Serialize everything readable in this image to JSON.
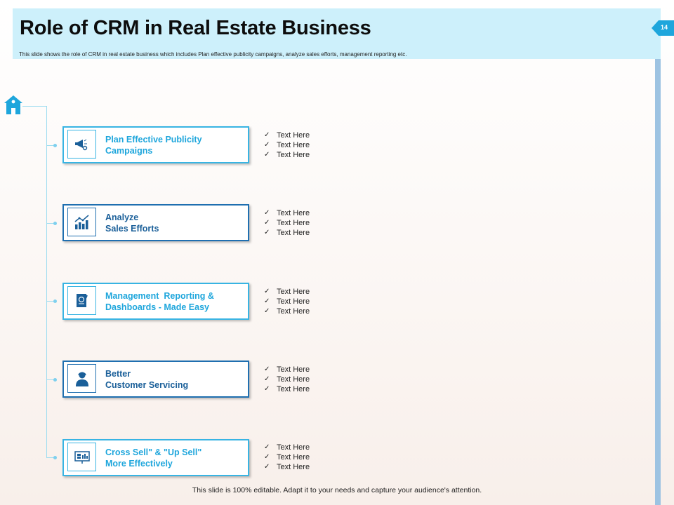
{
  "header": {
    "title": "Role of CRM in Real Estate Business",
    "subtitle": "This slide shows the role of CRM in real estate business which includes Plan effective publicity campaigns, analyze sales efforts, management reporting etc.",
    "page_number": "14"
  },
  "items": [
    {
      "label": "Plan Effective Publicity\nCampaigns",
      "icon": "megaphone-icon",
      "bullets": [
        "Text Here",
        "Text Here",
        "Text Here"
      ]
    },
    {
      "label": "Analyze\nSales Efforts",
      "icon": "bar-chart-icon",
      "bullets": [
        "Text Here",
        "Text Here",
        "Text Here"
      ]
    },
    {
      "label": "Management  Reporting &\nDashboards - Made Easy",
      "icon": "report-icon",
      "bullets": [
        "Text Here",
        "Text Here",
        "Text Here"
      ]
    },
    {
      "label": "Better\nCustomer Servicing",
      "icon": "customer-service-icon",
      "bullets": [
        "Text Here",
        "Text Here",
        "Text Here"
      ]
    },
    {
      "label": "Cross Sell\" & \"Up Sell\"\nMore Effectively",
      "icon": "dashboard-icon",
      "bullets": [
        "Text Here",
        "Text Here",
        "Text Here"
      ]
    }
  ],
  "check_glyph": "✓",
  "footer": "This slide is 100% editable. Adapt it to your needs and capture your audience's attention.",
  "colors": {
    "header_bg": "#cdf0fb",
    "accent_light": "#1ea6dc",
    "accent_dark": "#1a5f99",
    "side_bar": "#9dc3e2"
  }
}
